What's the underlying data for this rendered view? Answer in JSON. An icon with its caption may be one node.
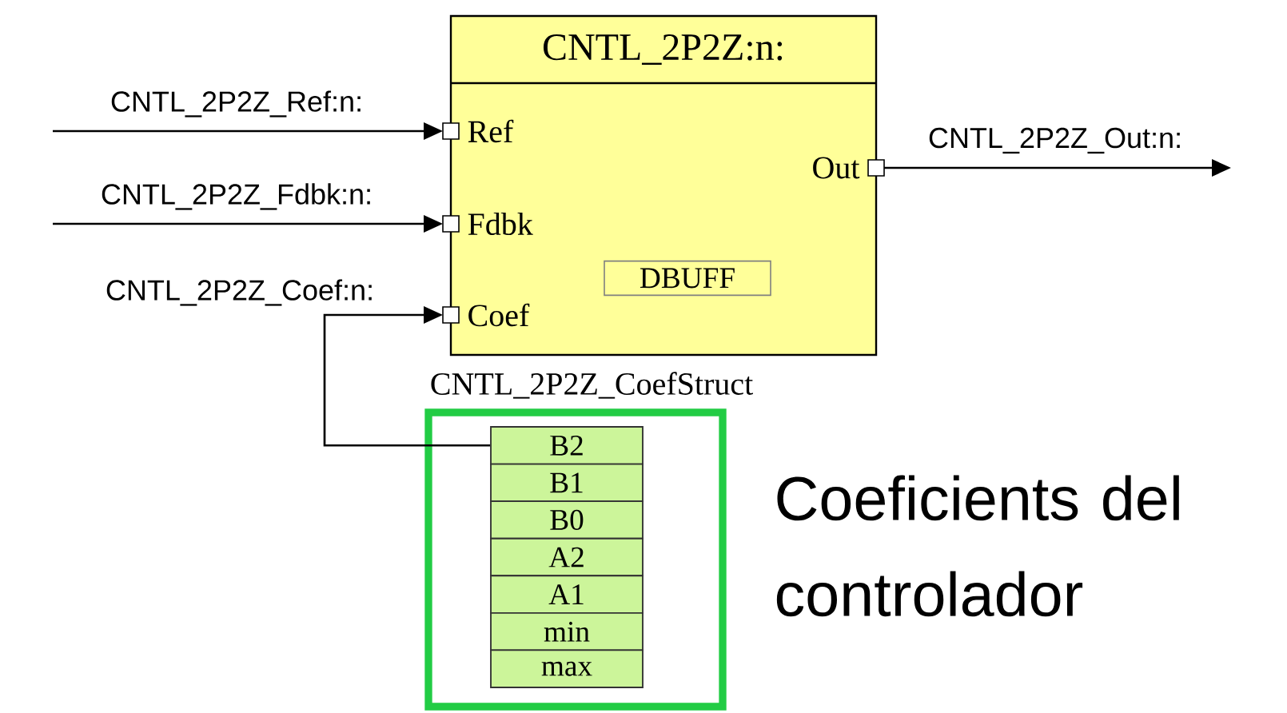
{
  "diagram": {
    "nodes": [
      {
        "text": [
          "CNTL_2P2Z:n:"
        ]
      },
      {
        "text": [
          "Ref"
        ],
        "in": 0
      },
      {
        "text": [
          "Fdbk"
        ],
        "in": 0
      },
      {
        "text": [
          "Coef"
        ],
        "in": 0
      },
      {
        "text": [
          "Out"
        ],
        "in": 0
      },
      {
        "text": [
          "DBUFF"
        ],
        "in": 0
      },
      {
        "text": [],
        "shape": "box"
      },
      {
        "text": [
          "B2"
        ],
        "in": 6
      },
      {
        "text": [
          "B1"
        ],
        "in": 6
      },
      {
        "text": [
          "B0"
        ],
        "in": 6
      },
      {
        "text": [
          "A2"
        ],
        "in": 6
      },
      {
        "text": [
          "A1"
        ],
        "in": 6
      },
      {
        "text": [
          "min"
        ],
        "in": 6
      },
      {
        "text": [
          "max"
        ],
        "in": 6
      }
    ],
    "edges": [
      {
        "from": null,
        "to": 1,
        "arrow": "to",
        "label": "CNTL_2P2Z_Ref:n:"
      },
      {
        "from": null,
        "to": 2,
        "arrow": "to",
        "label": "CNTL_2P2Z_Fdbk:n:"
      },
      {
        "from": 7,
        "to": 3,
        "arrow": "to",
        "label": "CNTL_2P2Z_Coef:n:"
      },
      {
        "from": 4,
        "to": null,
        "arrow": "to",
        "label": "CNTL_2P2Z_Out:n:"
      }
    ],
    "labels": [
      "CNTL_2P2Z_CoefStruct",
      "Coeficients del controlador"
    ]
  }
}
